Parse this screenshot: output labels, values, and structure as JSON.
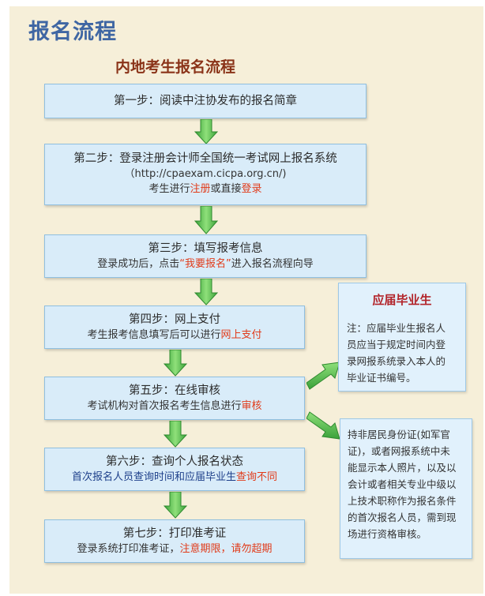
{
  "header": {
    "title": "报名流程",
    "subtitle": "内地考生报名流程"
  },
  "steps": [
    {
      "title_a": "第一步：阅读中注协发布的",
      "title_link": "报名简章"
    },
    {
      "title": "第二步：登录注册会计师全国统一考试网上报名系统",
      "url": "（http://cpaexam.cicpa.org.cn/)",
      "desc_a": "考生进行",
      "link1": "注册",
      "desc_b": "或直接",
      "link2": "登录"
    },
    {
      "title": "第三步：填写报考信息",
      "desc_a": "登录成功后，点击",
      "link": "“我要报名”",
      "desc_b": "进入报名流程向导"
    },
    {
      "title": "第四步：网上支付",
      "desc_a": "考生报考信息填写后可以进行",
      "link": "网上支付"
    },
    {
      "title": "第五步：在线审核",
      "desc_a": "考试机构对首次报名考生信息进行",
      "link": "审核"
    },
    {
      "title": "第六步：查询个人报名状态",
      "desc_a": "首次报名人员查询时间和应届毕业生",
      "link": "查询不同"
    },
    {
      "title": "第七步：打印准考证",
      "desc_a": "登录系统打印准考证，",
      "link": "注意期限，请勿超期"
    }
  ],
  "notes": {
    "graduate_title": "应届毕业生",
    "graduate_lines": [
      "注：应届毕业生报名人",
      "员应当于规定时间内登",
      "录网报系统录入本人的",
      "毕业证书编号。"
    ],
    "nonresident_lines": [
      "持非居民身份证(如军官",
      "证)，或者网报系统中未",
      "能显示本人照片，以及以",
      "会计或者相关专业中级以",
      "上技术职称作为报名条件",
      "的首次报名人员，需到现",
      "场进行资格审核。"
    ]
  },
  "colors": {
    "title": "#3f66a3",
    "subtitle": "#8a3318",
    "highlight": "#e13b1a",
    "box_fill": "#d9ecf9",
    "arrow": "#5fc452"
  }
}
